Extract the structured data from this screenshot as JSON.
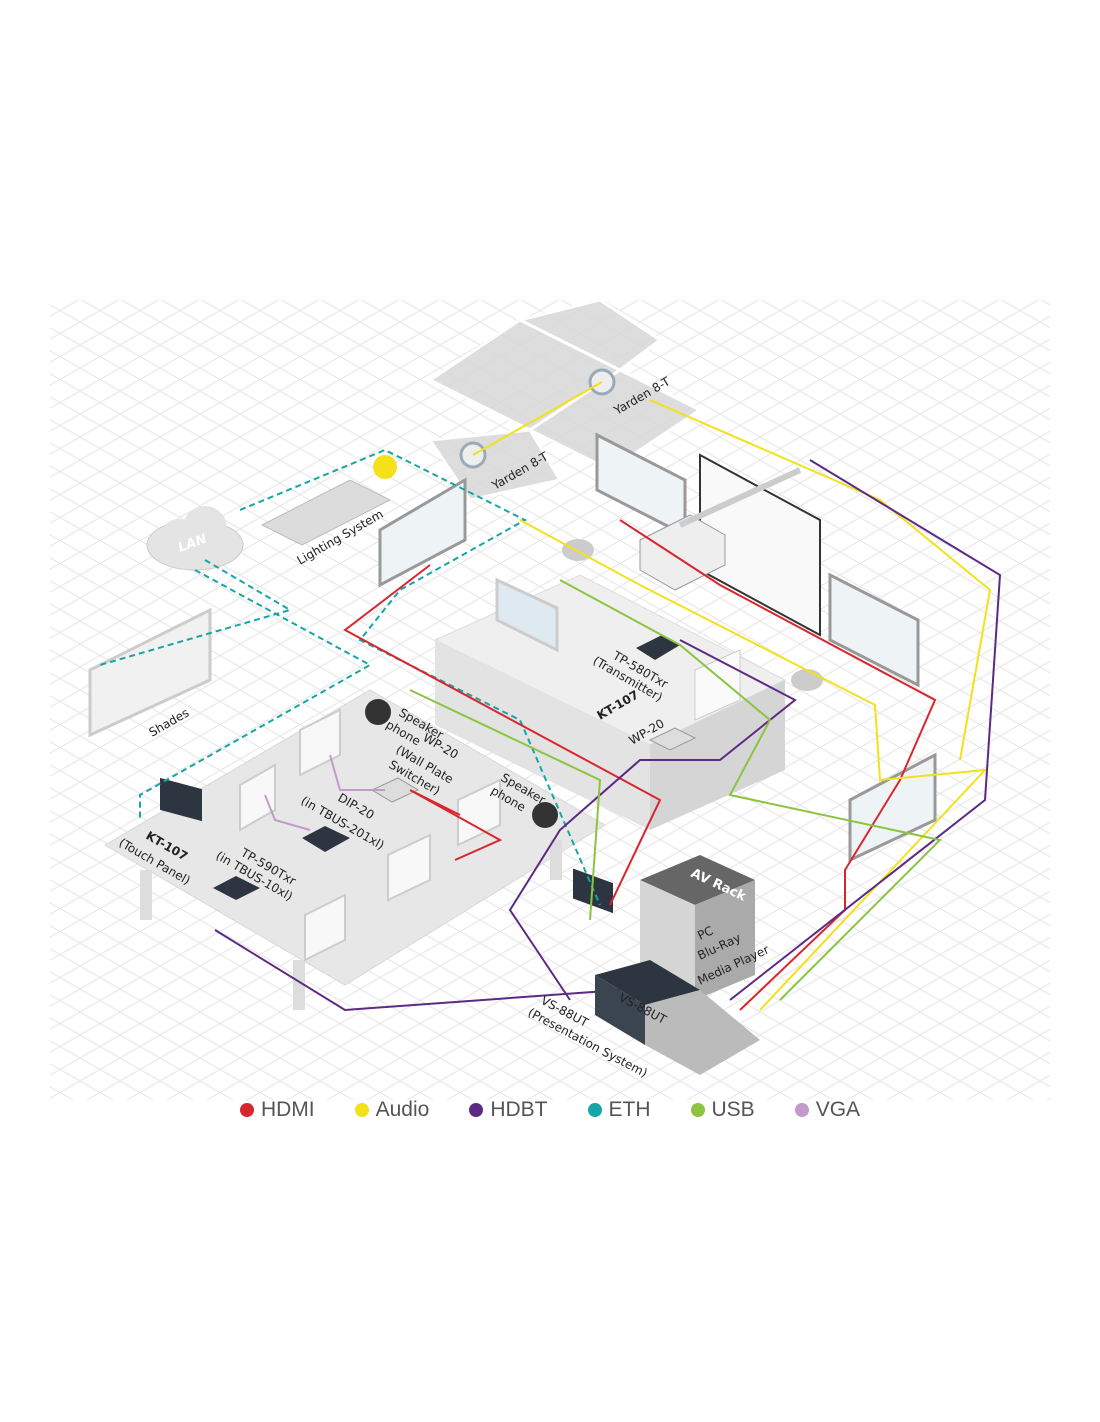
{
  "labels": {
    "yarden_1": "Yarden 8-T",
    "yarden_2": "Yarden 8-T",
    "lighting": "Lighting System",
    "lan": "LAN",
    "shades": "Shades",
    "tp580_name": "TP-580Txr",
    "tp580_sub": "(Transmitter)",
    "kt107_podium": "KT-107",
    "wp20_podium": "WP-20",
    "speaker1_a": "Speaker",
    "speaker1_b": "phone",
    "speaker2_a": "Speaker",
    "speaker2_b": "phone",
    "wp20_a": "WP-20",
    "wp20_b": "(Wall Plate",
    "wp20_c": "Switcher)",
    "dip20_a": "DIP-20",
    "dip20_b": "(in TBUS-201xl)",
    "kt107_a": "KT-107",
    "kt107_b": "(Touch Panel)",
    "tp590_a": "TP-590Txr",
    "tp590_b": "(in TBUS-10xl)",
    "av_rack": "AV Rack",
    "pc": "PC",
    "bluray": "Blu-Ray",
    "media": "Media Player",
    "vs88_device": "VS-88UT",
    "vs88_a": "VS-88UT",
    "vs88_b": "(Presentation System)"
  },
  "legend": [
    {
      "label": "HDMI",
      "color": "#d9262c"
    },
    {
      "label": "Audio",
      "color": "#f2e11b"
    },
    {
      "label": "HDBT",
      "color": "#5c2a84"
    },
    {
      "label": "ETH",
      "color": "#17a5a5"
    },
    {
      "label": "USB",
      "color": "#8cc43f"
    },
    {
      "label": "VGA",
      "color": "#c39bcb"
    }
  ]
}
